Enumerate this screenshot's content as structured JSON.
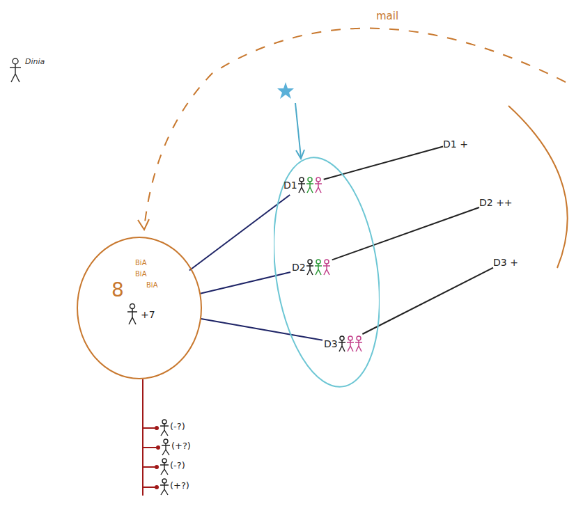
{
  "diagram": {
    "nodes": [
      {
        "text": [
          "8",
          "BiA",
          "BiA",
          "BiA",
          "+7"
        ]
      },
      {
        "text": []
      },
      {
        "text": [
          "D1"
        ],
        "in": 1
      },
      {
        "text": [
          "D2"
        ],
        "in": 1
      },
      {
        "text": [
          "D3"
        ],
        "in": 1
      },
      {
        "text": [
          "D1 +"
        ]
      },
      {
        "text": [
          "D2 ++"
        ]
      },
      {
        "text": [
          "D3 +"
        ]
      }
    ],
    "edges": [
      {
        "from": 0,
        "to": 2,
        "arrow": "none"
      },
      {
        "from": 0,
        "to": 3,
        "arrow": "none"
      },
      {
        "from": 0,
        "to": 4,
        "arrow": "none"
      },
      {
        "from": 2,
        "to": 5,
        "arrow": "none"
      },
      {
        "from": 3,
        "to": 6,
        "arrow": "none"
      },
      {
        "from": 4,
        "to": 7,
        "arrow": "none"
      }
    ],
    "labels": [
      "Dinia",
      "mail",
      "(-?)",
      "(+?)",
      "(-?)",
      "(+?)"
    ]
  }
}
